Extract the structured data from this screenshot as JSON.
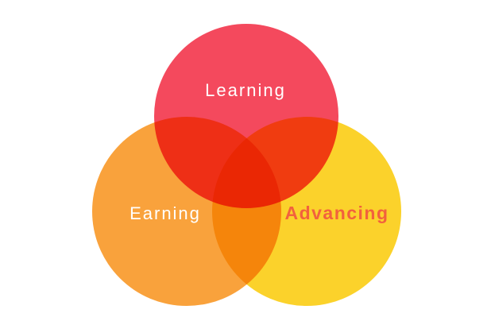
{
  "diagram": {
    "type": "venn",
    "background": "#ffffff",
    "circles": [
      {
        "label": "Learning",
        "color": "#F4495D",
        "label_color": "#FFFFFF"
      },
      {
        "label": "Earning",
        "color": "#F9A23C",
        "label_color": "#FFFFFF"
      },
      {
        "label": "Advancing",
        "color": "#FBD22B",
        "label_color": "#F2613D"
      }
    ]
  }
}
